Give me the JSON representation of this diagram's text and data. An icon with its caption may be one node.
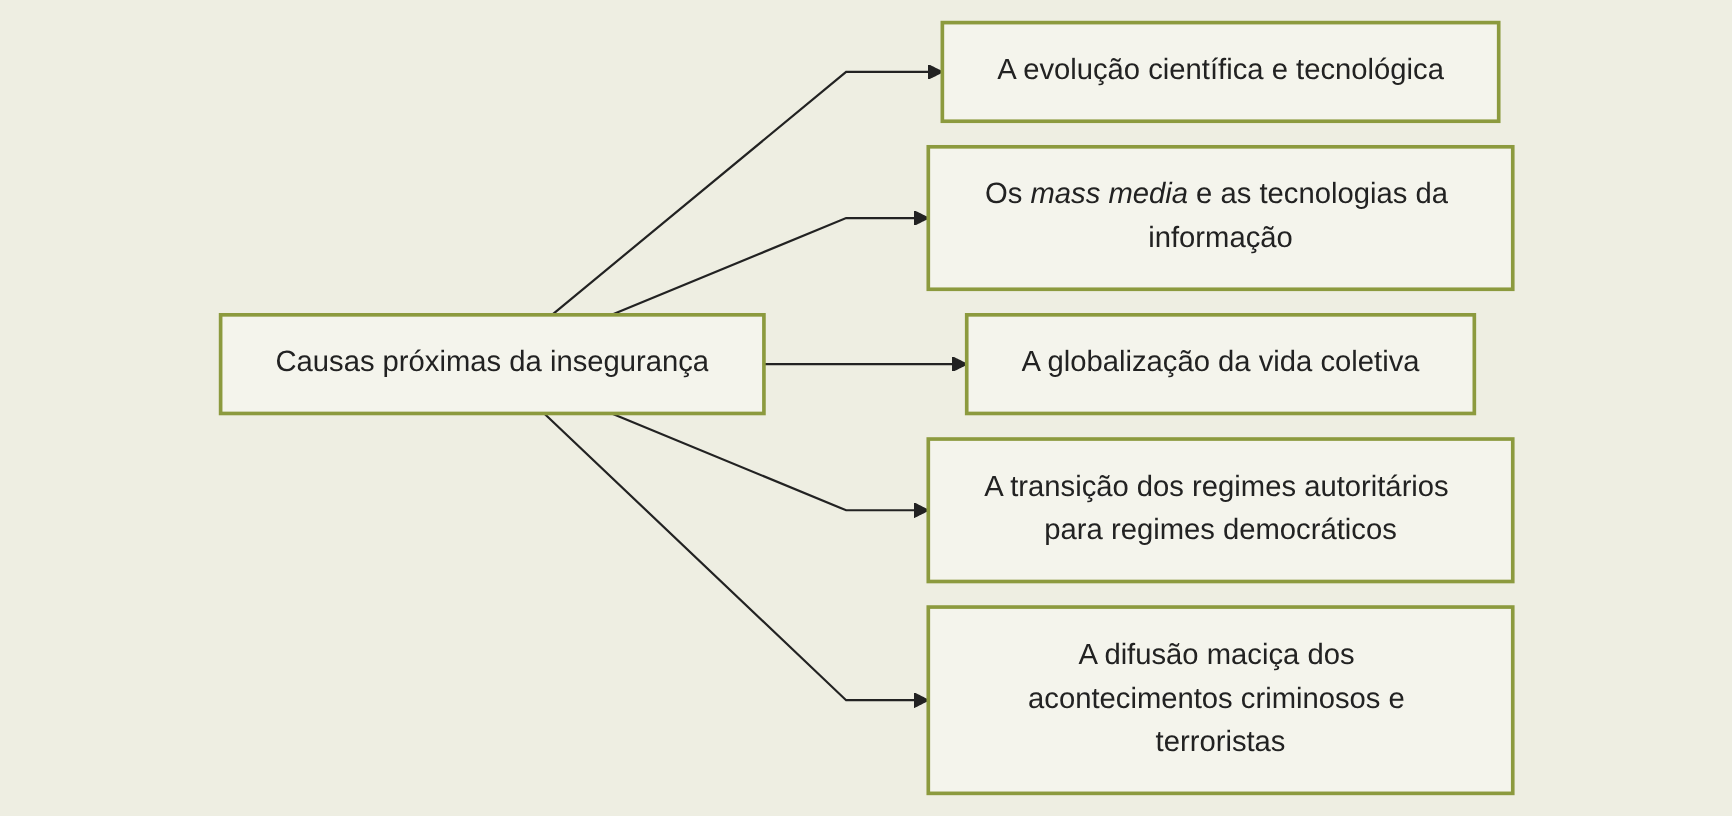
{
  "diagram": {
    "nodes": [
      {
        "text": [
          "Causas próximas da insegurança"
        ]
      },
      {
        "text": [
          "A evolução científica e tecnológica"
        ]
      },
      {
        "text": [
          "Os *mass media* e as tecnologias da informação"
        ]
      },
      {
        "text": [
          "A globalização da vida coletiva"
        ]
      },
      {
        "text": [
          "A transição dos regimes autoritários para regimes democráticos"
        ]
      },
      {
        "text": [
          "A difusão maciça dos acontecimentos criminosos e terroristas"
        ]
      }
    ],
    "edges": [
      {
        "from": 0,
        "to": 1,
        "arrow": "to"
      },
      {
        "from": 0,
        "to": 2,
        "arrow": "to"
      },
      {
        "from": 0,
        "to": 3,
        "arrow": "to"
      },
      {
        "from": 0,
        "to": 4,
        "arrow": "to"
      },
      {
        "from": 0,
        "to": 5,
        "arrow": "to"
      }
    ]
  }
}
